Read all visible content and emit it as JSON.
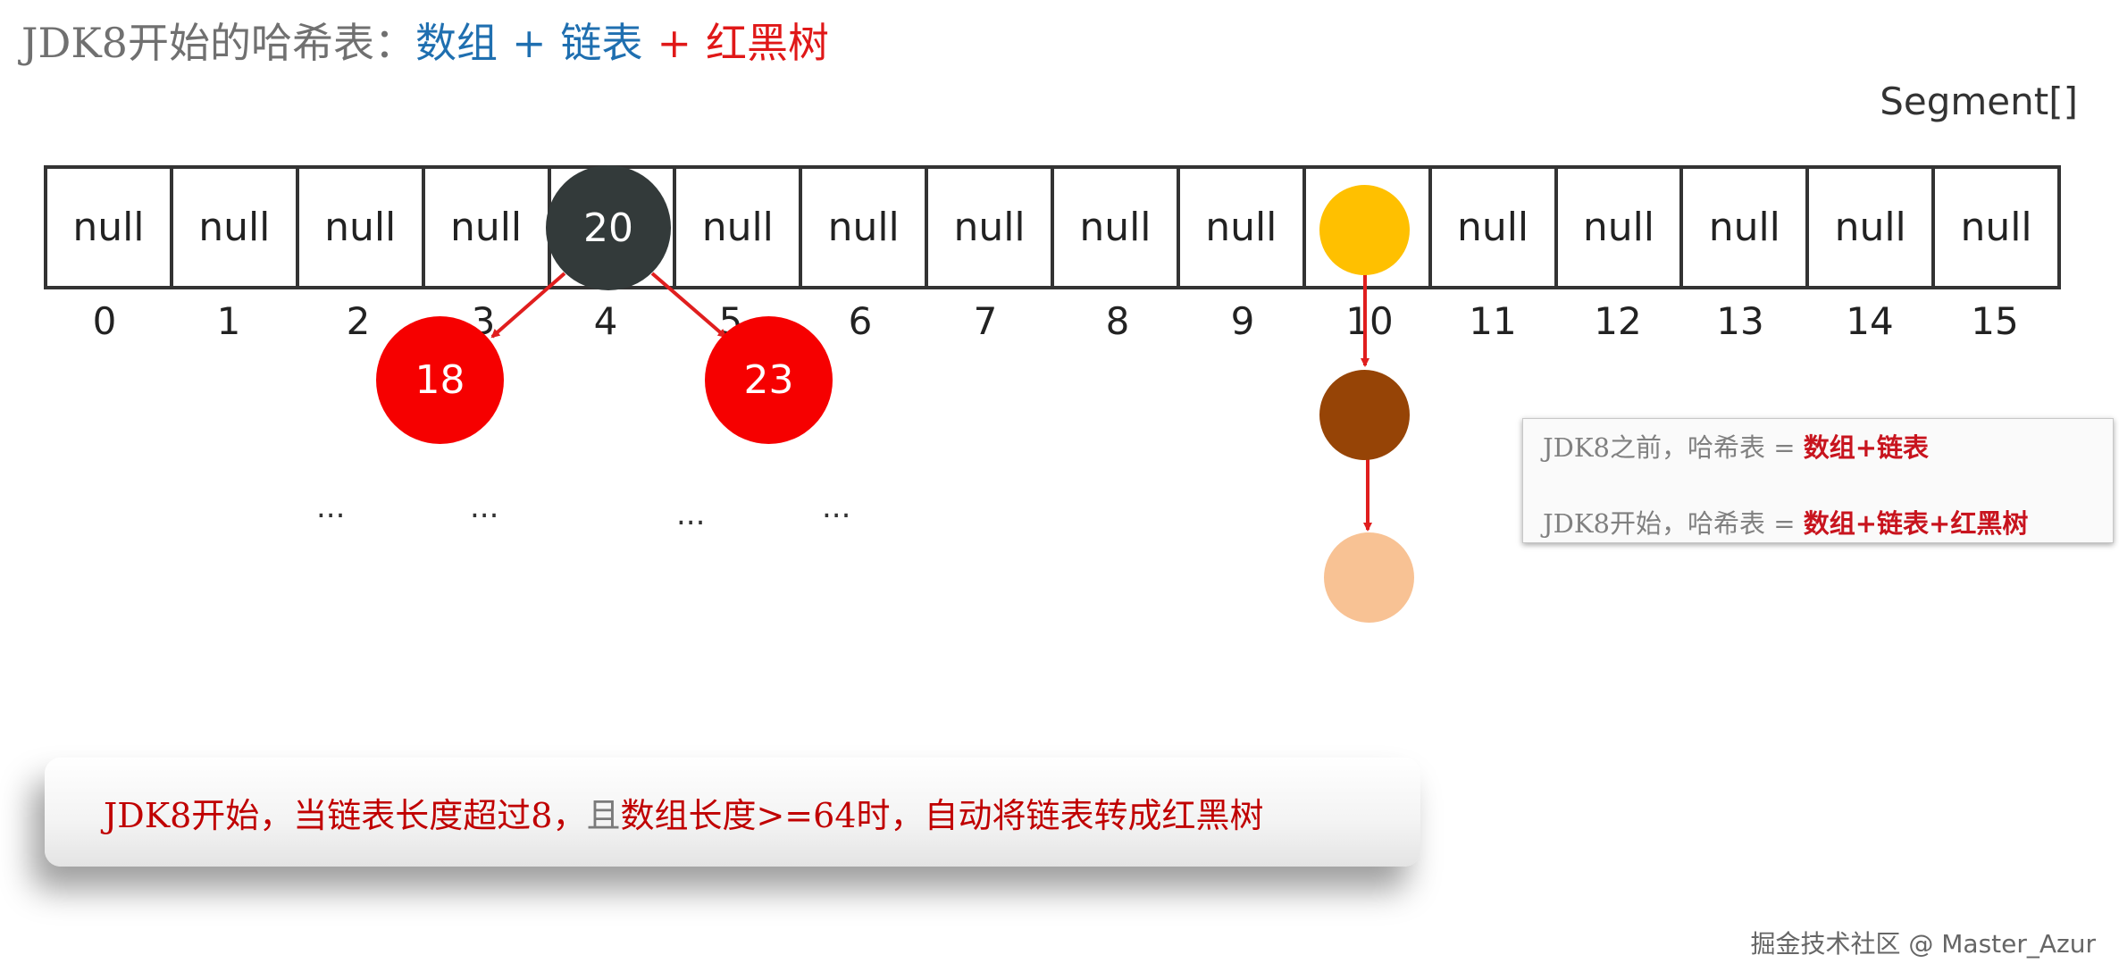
{
  "title": {
    "prefix": "JDK8开始的哈希表：",
    "part1": "数组",
    "plus1": "+",
    "part2": "链表",
    "plus2": "+",
    "part3": "红黑树"
  },
  "segment_label": "Segment[]",
  "array": {
    "cells": [
      "null",
      "null",
      "null",
      "null",
      "",
      "null",
      "null",
      "null",
      "null",
      "null",
      "",
      "null",
      "null",
      "null",
      "null",
      "null"
    ],
    "indices": [
      "0",
      "1",
      "2",
      "3",
      "4",
      "5",
      "6",
      "7",
      "8",
      "9",
      "10",
      "11",
      "12",
      "13",
      "14",
      "15"
    ]
  },
  "tree": {
    "root": "20",
    "left": "18",
    "right": "23",
    "ellipses": [
      "...",
      "...",
      "...",
      "..."
    ]
  },
  "colors": {
    "black_node": "#333a3a",
    "red_node": "#f60000",
    "arrow": "#e01e1e",
    "list_head": "#ffc000",
    "list_mid": "#964406",
    "list_tail": "#f8c294"
  },
  "legend": {
    "line1_prefix": "JDK8之前，哈希表 = ",
    "line1_value": "数组+链表",
    "line2_prefix": "JDK8开始，哈希表 = ",
    "line2_value": "数组+链表+红黑树"
  },
  "note": {
    "part1": "JDK8开始，当链表长度超过8，",
    "part2": "且",
    "part3": "数组长度>=64时，自动将链表转成红黑树"
  },
  "watermark": "掘金技术社区 @ Master_Azur"
}
